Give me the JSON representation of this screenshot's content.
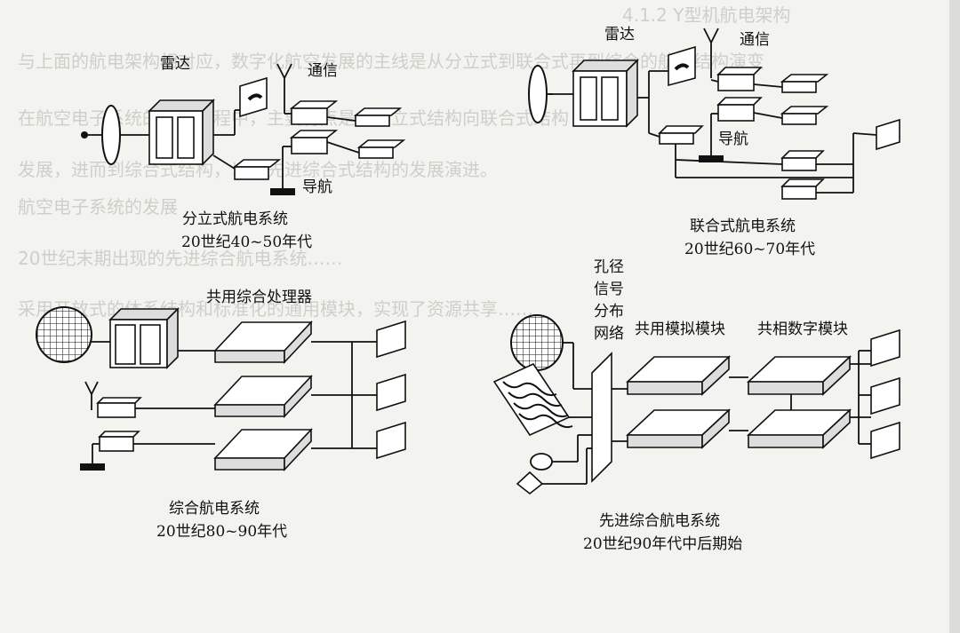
{
  "background_text": [
    "4.1.2 Y型机航电架构",
    "与上面的航电架构相对应，数字化航空发展的主线是从分立式到联合式再到综合的航电结构演变",
    "在航空电子系统的发展过程中，主要特点是由分立式结构向联合式结构",
    "发展，进而到综合式结构，以及先进综合式结构的发展演进。",
    "航空电子系统的发展",
    "20世纪末期出现的先进综合航电系统……",
    "采用开放式的体系结构和标准化的通用模块，实现了资源共享……"
  ],
  "diagrams": {
    "federated_early": {
      "radar": "雷达",
      "comm": "通信",
      "nav": "导航",
      "caption_line1": "分立式航电系统",
      "caption_line2": "20世纪40~50年代"
    },
    "federated_late": {
      "radar": "雷达",
      "comm": "通信",
      "nav": "导航",
      "caption_line1": "联合式航电系统",
      "caption_line2": "20世纪60~70年代"
    },
    "integrated": {
      "processor": "共用综合处理器",
      "caption_line1": "综合航电系统",
      "caption_line2": "20世纪80~90年代"
    },
    "advanced": {
      "aperture_1": "孔径",
      "aperture_2": "信号",
      "aperture_3": "分布",
      "aperture_4": "网络",
      "analog_module": "共用模拟模块",
      "digital_module": "共相数字模块",
      "caption_line1": "先进综合航电系统",
      "caption_line2": "20世纪90年代中后期始"
    }
  }
}
